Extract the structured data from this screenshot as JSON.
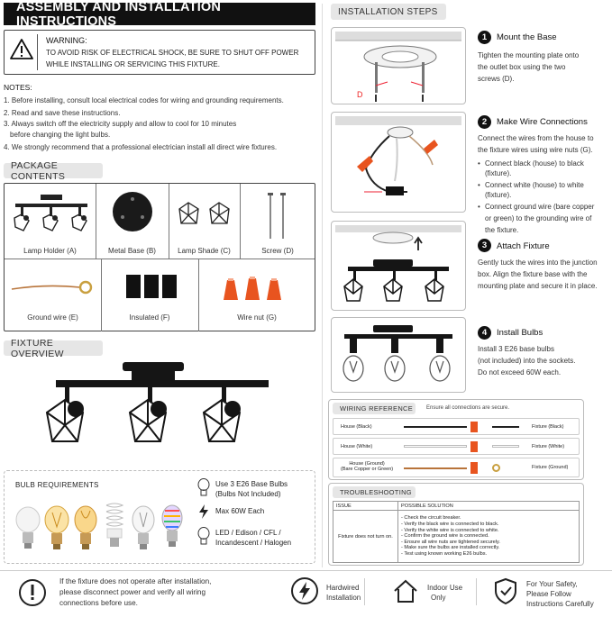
{
  "assembly": {
    "title": "ASSEMBLY AND INSTALLATION INSTRUCTIONS"
  },
  "warning": {
    "heading": "WARNING:",
    "line1": "TO AVOID RISK OF ELECTRICAL SHOCK, BE SURE TO SHUT OFF POWER",
    "line2": "WHILE INSTALLING OR SERVICING THIS FIXTURE."
  },
  "notes": {
    "heading": "NOTES:",
    "items": [
      "1. Before installing, consult local electrical codes for wiring and grounding requirements.",
      "2. Read and save these instructions.",
      "3. Always switch off the electricity supply and allow to cool for 10 minutes",
      "before changing the light bulbs.",
      "4. We strongly recommend that a professional electrician install all direct wire fixtures."
    ]
  },
  "package": {
    "heading": "PACKAGE CONTENTS",
    "items": [
      "Lamp Holder  (A)",
      "Metal Base  (B)",
      "Lamp Shade  (C)",
      "Screw  (D)",
      "Ground wire  (E)",
      "Insulated  (F)",
      "Wire nut  (G)"
    ]
  },
  "overview": {
    "heading": "FIXTURE OVERVIEW"
  },
  "bulbs": {
    "heading": "BULB REQUIREMENTS",
    "spec1a": "Use 3 E26 Base Bulbs",
    "spec1b": "(Bulbs Not Included)",
    "spec2": "Max 60W Each",
    "spec3a": "LED / Edison / CFL /",
    "spec3b": "Incandescent / Halogen"
  },
  "steps": {
    "heading": "INSTALLATION STEPS",
    "label_d": "D",
    "items": [
      {
        "num": "1",
        "title": "Mount the Base",
        "lines": [
          "Tighten the mounting plate onto",
          "the outlet box using the two",
          "screws (D)."
        ]
      },
      {
        "num": "2",
        "title": "Make Wire Connections",
        "lines": [
          "Connect the wires from the house to",
          "the fixture wires using wire nuts (G)."
        ],
        "bullets": [
          "Connect black (house) to black (fixture).",
          "Connect white (house) to white (fixture).",
          "Connect ground wire (bare copper",
          "or green) to the grounding wire of",
          "the fixture."
        ]
      },
      {
        "num": "3",
        "title": "Attach Fixture",
        "lines": [
          "Gently tuck the wires into the junction",
          "box. Align the fixture base with the",
          "mounting plate and secure it in place."
        ]
      },
      {
        "num": "4",
        "title": "Install Bulbs",
        "lines": [
          "Install 3 E26 base bulbs",
          "(not included) into the sockets.",
          "Do not exceed 60W each."
        ]
      }
    ]
  },
  "wiring": {
    "heading": "WIRING REFERENCE",
    "note": "Ensure all connections are secure.",
    "rows": [
      {
        "house": "House (Black)",
        "fixture": "Fixture (Black)"
      },
      {
        "house": "House (White)",
        "fixture": "Fixture (White)"
      },
      {
        "house": "House (Ground)",
        "house2": "(Bare Copper or Green)",
        "fixture": "Fixture (Ground)"
      }
    ]
  },
  "troubleshooting": {
    "heading": "TROUBLESHOOTING",
    "col_issue": "ISSUE",
    "col_solution": "POSSIBLE SOLUTION",
    "issue": "Fixture does not turn on.",
    "solutions": [
      "-  Check the circuit breaker.",
      "-  Verify the black wire is connected to black.",
      "-  Verify the white wire is connected to white.",
      "-  Confirm the ground wire is connected.",
      "-  Ensure all wire nuts are tightened securely.",
      "-  Make sure the bulbs are installed correctly.",
      "-  Test using known working E26 bulbs."
    ]
  },
  "footer": {
    "msg1": "If the fixture does not operate after installation,",
    "msg2": "please disconnect power and verify all wiring",
    "msg3": "connections before use.",
    "hard1": "Hardwired",
    "hard2": "Installation",
    "indoor1": "Indoor Use",
    "indoor2": "Only",
    "safety1": "For Your Safety,",
    "safety2": "Please Follow",
    "safety3": "Instructions Carefully"
  }
}
